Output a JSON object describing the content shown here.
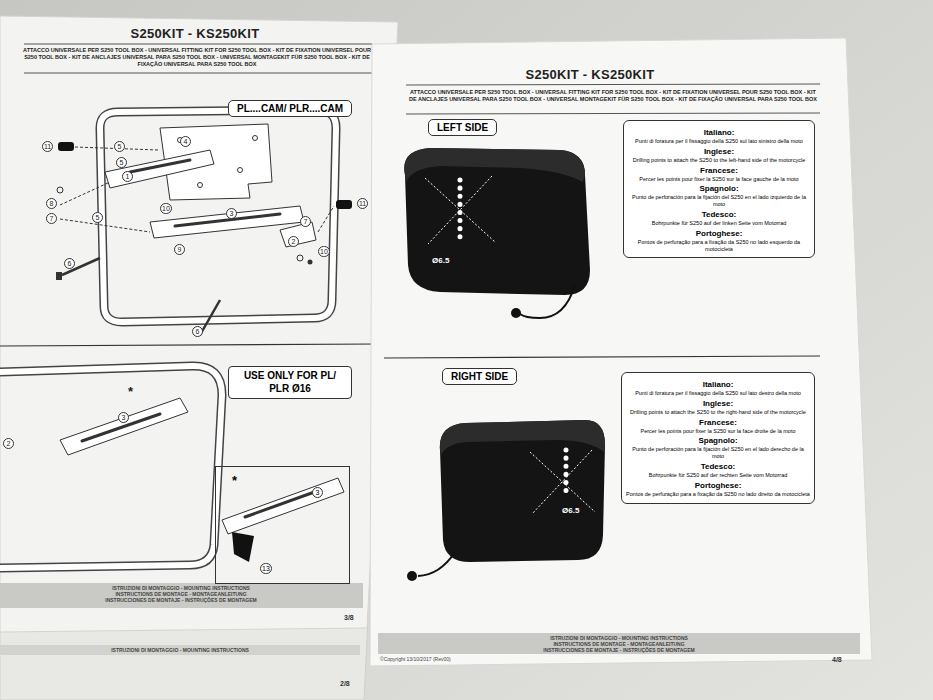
{
  "diagram": {
    "title": "S250KIT - KS250KIT",
    "nodes": [
      {
        "text": [
          "PL....CAM/ PLR....CAM"
        ]
      },
      {
        "text": [
          "USE ONLY FOR PL/ PLR Ø16"
        ]
      },
      {
        "text": [
          "*",
          "3",
          "13"
        ]
      },
      {
        "text": [
          "LEFT SIDE"
        ]
      },
      {
        "text": [
          "Italiano:",
          "Punti di foratura per il fissaggio della S250 sul lato sinistro della moto",
          "Inglese:",
          "Drilling points to attach the S250 to the left-hand side of the motorcycle",
          "Francese:",
          "Percer les points pour fixer la S250 sur la face gauche de la moto",
          "Spagnolo:",
          "Punto de perforación para la fijación del S250 en el lado izquierdo de la moto",
          "Tedesco:",
          "Bohrpunkte für S250 auf der linken Seite vom Motorrad",
          "Portoghese:",
          "Pontos de perfuração para a fixação da S250 no lado esquerdo da motocicleta"
        ]
      },
      {
        "text": [
          "RIGHT SIDE"
        ]
      },
      {
        "text": [
          "Italiano:",
          "Punti di foratura per il fissaggio della S250 sul lato destro della moto",
          "Inglese:",
          "Drilling points to attach the S250 to the right-hand side of the motorcycle",
          "Francese:",
          "Percer les points pour fixer la S250 sur la face droite de la moto",
          "Spagnolo:",
          "Punto de perforación para la fijación del S250 en el lado derecho de la moto",
          "Tedesco:",
          "Bohrpunkte für S250 auf der rechten Seite vom Motorrad",
          "Portoghese:",
          "Pontos de perfuração para a fixação da S250 no lado direito da motocicleta"
        ]
      }
    ],
    "labels": [
      "S250KIT - KS250KIT",
      "ATTACCO UNIVERSALE PER S250 TOOL BOX - UNIVERSAL FITTING KIT FOR S250 TOOL BOX - KIT DE FIXATION UNIVERSEL POUR S250 TOOL BOX - KIT DE ANCLAJES UNIVERSAL PARA S250 TOOL BOX - UNIVERSAL MONTAGEKIT FÜR S250 TOOL BOX - KIT DE FIXAÇÃO UNIVERSAL PARA S250 TOOL BOX",
      "11",
      "5",
      "5",
      "1",
      "4",
      "10",
      "8",
      "7",
      "5",
      "9",
      "3",
      "7",
      "2",
      "10",
      "11",
      "6",
      "6",
      "3",
      "*",
      "2",
      "ISTRUZIONI DI MONTAGGIO - MOUNTING INSTRUCTIONS",
      "INSTRUCTIONS DE MONTAGE - MONTAGEANLEITUNG",
      "INSTRUCCIONES DE MONTAJE - INSTRUÇÕES DE MONTAGEM",
      "3/8",
      "ISTRUZIONI DI MONTAGGIO - MOUNTING INSTRUCTIONS",
      "2/8",
      "ATTACCO UNIVERSALE PER S250 TOOL BOX - UNIVERSAL FITTING KIT FOR S250 TOOL BOX - KIT DE FIXATION UNIVERSEL POUR S250 TOOL BOX - KIT DE ANCLAJES UNIVERSAL PARA S250 TOOL BOX - UNIVERSAL MONTAGEKIT FÜR S250 TOOL BOX - KIT DE FIXAÇÃO UNIVERSAL PARA S250 TOOL BOX",
      "Ø6.5",
      "Ø6.5",
      "ISTRUZIONI DI MONTAGGIO - MOUNTING INSTRUCTIONS",
      "INSTRUCTIONS DE MONTAGE - MONTAGEANLEITUNG",
      "INSTRUCCIONES DE MONTAJE - INSTRUÇÕES DE MONTAGEM",
      "©Copyright 13/10/2017 (Rev00)",
      "4/8"
    ]
  }
}
